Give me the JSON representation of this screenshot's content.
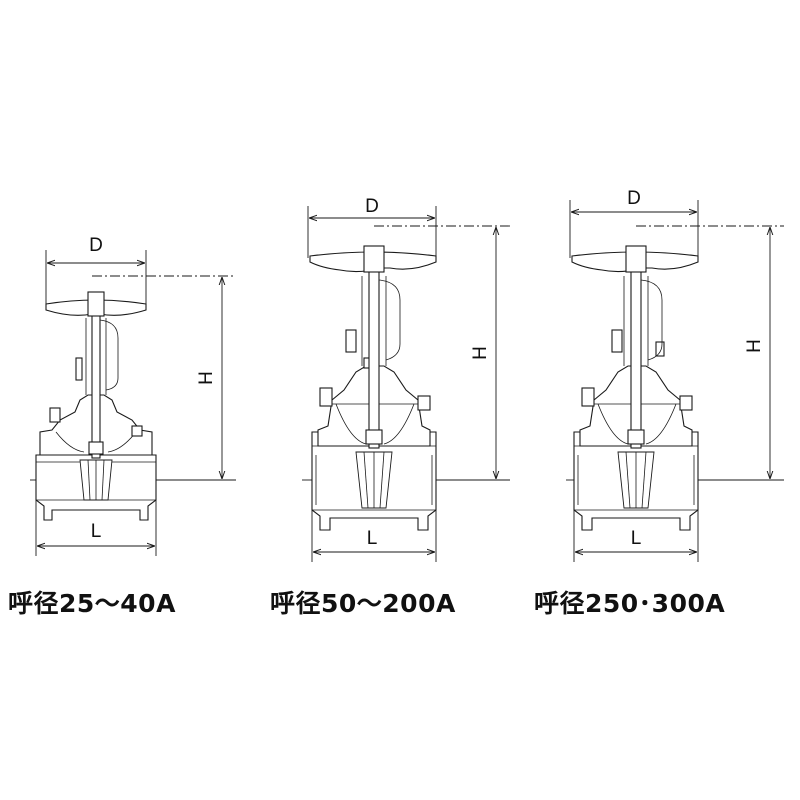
{
  "valves": [
    {
      "id": "small",
      "caption": "呼径25～40A",
      "dim_diameter": "D",
      "dim_height": "H",
      "dim_length": "L"
    },
    {
      "id": "medium",
      "caption": "呼径50～200A",
      "dim_diameter": "D",
      "dim_height": "H",
      "dim_length": "L"
    },
    {
      "id": "large",
      "caption": "呼径250･300A",
      "dim_diameter": "D",
      "dim_height": "H",
      "dim_length": "L"
    }
  ]
}
